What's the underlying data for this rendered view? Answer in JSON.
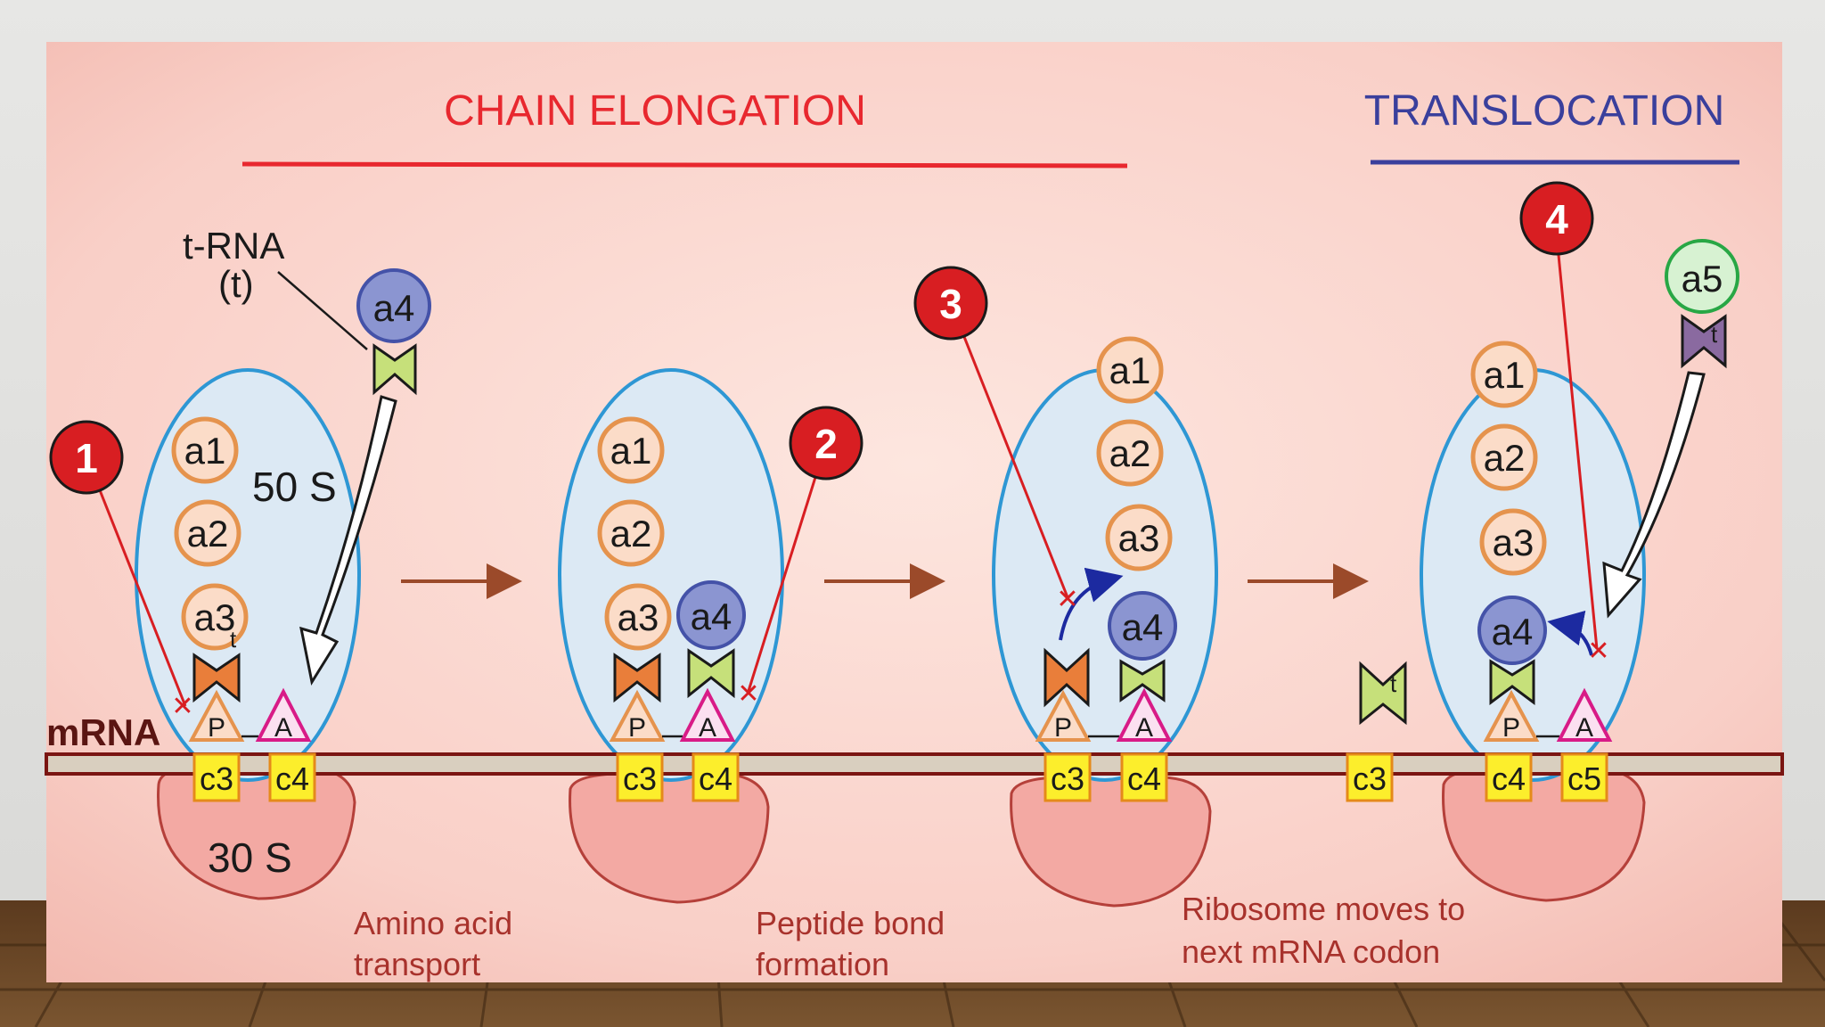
{
  "headings": {
    "chain_elongation": "CHAIN   ELONGATION",
    "translocation": "TRANSLOCATION"
  },
  "labels": {
    "trna": "t-RNA",
    "trna_abbrev": "(t)",
    "large_subunit": "50 S",
    "small_subunit": "30 S",
    "mrna": "mRNA",
    "t": "t",
    "p_site": "P",
    "a_site": "A"
  },
  "steps": [
    {
      "number": "1",
      "caption_line1": "Amino acid",
      "caption_line2": "transport"
    },
    {
      "number": "2",
      "caption_line1": "Peptide bond",
      "caption_line2": "formation"
    },
    {
      "number": "3",
      "caption_line1": "Ribosome moves to",
      "caption_line2": "next mRNA codon"
    },
    {
      "number": "4"
    }
  ],
  "amino_acids": {
    "a1": "a1",
    "a2": "a2",
    "a3": "a3",
    "a4": "a4",
    "a5": "a5"
  },
  "codons": {
    "c3": "c3",
    "c4": "c4",
    "c5": "c5"
  },
  "colors": {
    "chain_elongation": "#e8282f",
    "translocation": "#3a3f9c",
    "marker_red": "#d81e22",
    "ribosome_large": "#dce9f4",
    "ribosome_small": "#f3a9a3",
    "amino_acid_fill": "#fbdcc8",
    "a4_fill": "#8b95d1",
    "a5_fill": "#d7f2d2",
    "codon_fill": "#fcee2c",
    "step_arrow": "#9b4a2a",
    "caption": "#a8322c"
  }
}
